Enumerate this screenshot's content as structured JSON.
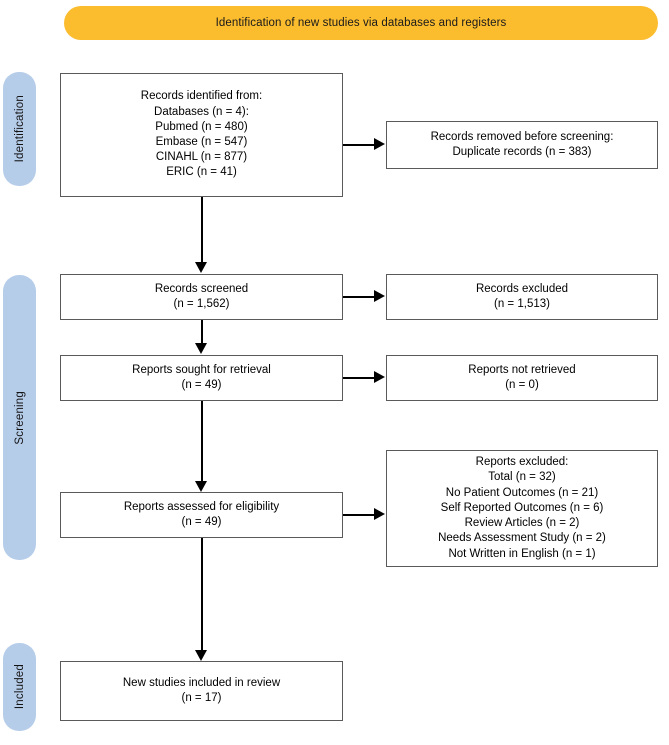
{
  "banner": {
    "label": "Identification of new studies via databases and registers",
    "color": "#FBBC2E"
  },
  "stages": [
    {
      "name": "identification",
      "label": "Identification",
      "color": "#B6CDEA"
    },
    {
      "name": "screening",
      "label": "Screening",
      "color": "#B6CDEA"
    },
    {
      "name": "included",
      "label": "Included",
      "color": "#B6CDEA"
    }
  ],
  "boxes": {
    "records_identified": {
      "lines": [
        "Records identified from:",
        "Databases (n = 4):",
        "Pubmed (n = 480)",
        "Embase (n = 547)",
        "CINAHL (n = 877)",
        "ERIC (n = 41)"
      ]
    },
    "records_removed": {
      "lines": [
        "Records removed before screening:",
        "Duplicate records (n = 383)"
      ]
    },
    "records_screened": {
      "lines": [
        "Records screened",
        "(n = 1,562)"
      ]
    },
    "records_excluded": {
      "lines": [
        "Records excluded",
        "(n = 1,513)"
      ]
    },
    "reports_sought": {
      "lines": [
        "Reports sought for retrieval",
        "(n = 49)"
      ]
    },
    "reports_not_retrieved": {
      "lines": [
        "Reports not retrieved",
        "(n = 0)"
      ]
    },
    "reports_assessed": {
      "lines": [
        "Reports assessed for eligibility",
        "(n = 49)"
      ]
    },
    "reports_excluded": {
      "lines": [
        "Reports excluded:",
        "Total (n = 32)",
        "No Patient Outcomes (n = 21)",
        "Self Reported Outcomes (n = 6)",
        "Review Articles (n = 2)",
        "Needs Assessment Study (n = 2)",
        "Not Written in English (n = 1)"
      ]
    },
    "new_studies_included": {
      "lines": [
        "New studies included in review",
        "(n = 17)"
      ]
    }
  },
  "chart_data": {
    "type": "diagram",
    "title": "Identification of new studies via databases and registers",
    "stages": [
      "Identification",
      "Screening",
      "Included"
    ],
    "nodes": [
      {
        "id": "records_identified",
        "stage": "Identification",
        "label": "Records identified from",
        "values": {
          "Databases": 4,
          "Pubmed": 480,
          "Embase": 547,
          "CINAHL": 877,
          "ERIC": 41
        }
      },
      {
        "id": "records_removed",
        "stage": "Identification",
        "label": "Records removed before screening",
        "values": {
          "Duplicate records": 383
        }
      },
      {
        "id": "records_screened",
        "stage": "Screening",
        "label": "Records screened",
        "values": {
          "n": 1562
        }
      },
      {
        "id": "records_excluded",
        "stage": "Screening",
        "label": "Records excluded",
        "values": {
          "n": 1513
        }
      },
      {
        "id": "reports_sought",
        "stage": "Screening",
        "label": "Reports sought for retrieval",
        "values": {
          "n": 49
        }
      },
      {
        "id": "reports_not_retrieved",
        "stage": "Screening",
        "label": "Reports not retrieved",
        "values": {
          "n": 0
        }
      },
      {
        "id": "reports_assessed",
        "stage": "Screening",
        "label": "Reports assessed for eligibility",
        "values": {
          "n": 49
        }
      },
      {
        "id": "reports_excluded",
        "stage": "Screening",
        "label": "Reports excluded",
        "values": {
          "Total": 32,
          "No Patient Outcomes": 21,
          "Self Reported Outcomes": 6,
          "Review Articles": 2,
          "Needs Assessment Study": 2,
          "Not Written in English": 1
        }
      },
      {
        "id": "new_studies_included",
        "stage": "Included",
        "label": "New studies included in review",
        "values": {
          "n": 17
        }
      }
    ],
    "edges": [
      {
        "from": "records_identified",
        "to": "records_removed",
        "direction": "right"
      },
      {
        "from": "records_identified",
        "to": "records_screened",
        "direction": "down"
      },
      {
        "from": "records_screened",
        "to": "records_excluded",
        "direction": "right"
      },
      {
        "from": "records_screened",
        "to": "reports_sought",
        "direction": "down"
      },
      {
        "from": "reports_sought",
        "to": "reports_not_retrieved",
        "direction": "right"
      },
      {
        "from": "reports_sought",
        "to": "reports_assessed",
        "direction": "down"
      },
      {
        "from": "reports_assessed",
        "to": "reports_excluded",
        "direction": "right"
      },
      {
        "from": "reports_assessed",
        "to": "new_studies_included",
        "direction": "down"
      }
    ]
  }
}
